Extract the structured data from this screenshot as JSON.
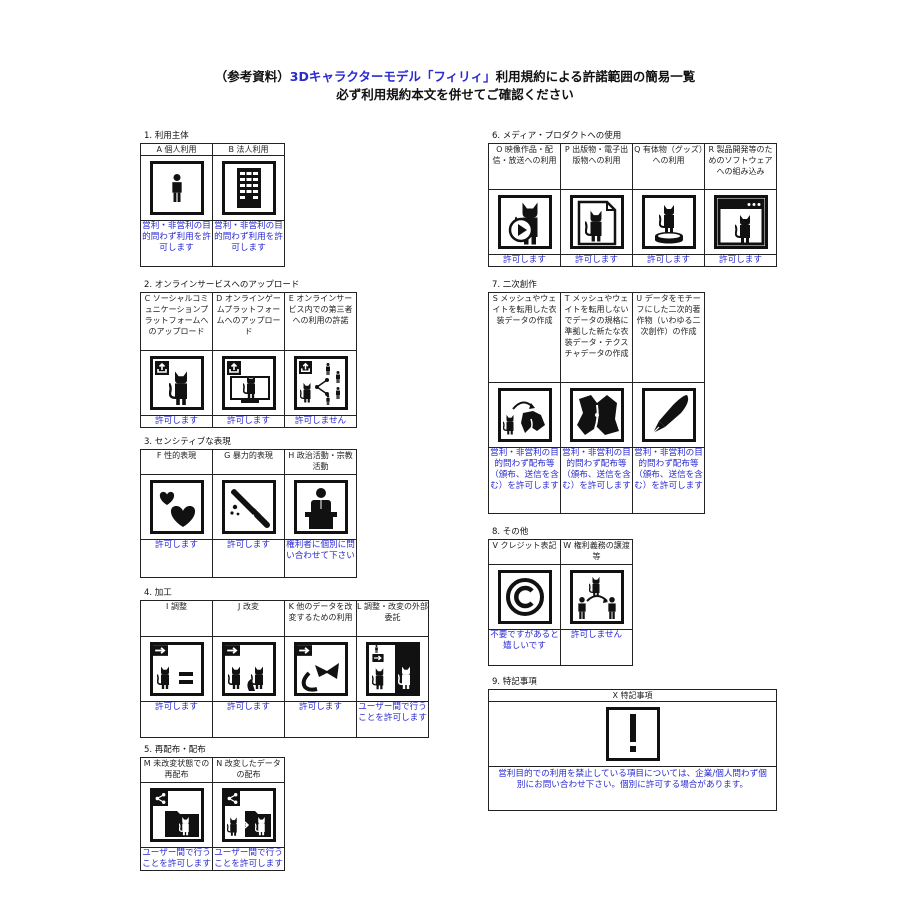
{
  "title": {
    "line1_prefix": "（参考資料）",
    "line1_accent": "3Dキャラクターモデル「フィリィ」",
    "line1_suffix": "利用規約による許諾範囲の簡易一覧",
    "line2": "必ず利用規約本文を併せてご確認ください"
  },
  "colors": {
    "result_text": "#2a2ad0",
    "border": "#222222",
    "icon": "#111111"
  },
  "sections": {
    "s1": {
      "label": "1. 利用主体",
      "items": [
        {
          "header": "A 個人利用",
          "icon": "person-icon",
          "result": "営利・非営利の目的問わず利用を許可します"
        },
        {
          "header": "B 法人利用",
          "icon": "building-icon",
          "result": "営利・非営利の目的問わず利用を許可します"
        }
      ]
    },
    "s2": {
      "label": "2. オンラインサービスへのアップロード",
      "items": [
        {
          "header": "C ソーシャルコミュニケーションプラットフォームへのアップロード",
          "icon": "upload-character-icon",
          "result": "許可します"
        },
        {
          "header": "D オンラインゲームプラットフォームへのアップロード",
          "icon": "upload-monitor-icon",
          "result": "許可します"
        },
        {
          "header": "E オンラインサービス内での第三者への利用の許諾",
          "icon": "upload-share-icon",
          "result": "許可しません"
        }
      ]
    },
    "s3": {
      "label": "3. センシティブな表現",
      "items": [
        {
          "header": "F 性的表現",
          "icon": "hearts-icon",
          "result": "許可します"
        },
        {
          "header": "G 暴力的表現",
          "icon": "knife-icon",
          "result": "許可します"
        },
        {
          "header": "H 政治活動・宗教活動",
          "icon": "podium-speaker-icon",
          "result": "権利者に個別に問い合わせて下さい"
        }
      ]
    },
    "s4": {
      "label": "4. 加工",
      "items": [
        {
          "header": "I 調整",
          "icon": "adjust-equal-icon",
          "result": "許可します"
        },
        {
          "header": "J 改変",
          "icon": "modify-icon",
          "result": "許可します"
        },
        {
          "header": "K 他のデータを改変するための利用",
          "icon": "parts-reuse-icon",
          "result": "許可します"
        },
        {
          "header": "L 調整・改変の外部委託",
          "icon": "outsource-icon",
          "result": "ユーザー間で行うことを許可します"
        }
      ]
    },
    "s5": {
      "label": "5. 再配布・配布",
      "items": [
        {
          "header": "M 未改変状態での再配布",
          "icon": "redistribute-icon",
          "result": "ユーザー間で行うことを許可します"
        },
        {
          "header": "N 改変したデータの配布",
          "icon": "distribute-modified-icon",
          "result": "ユーザー間で行うことを許可します"
        }
      ]
    },
    "s6": {
      "label": "6. メディア・プロダクトへの使用",
      "items": [
        {
          "header": "O 映像作品・配信・放送への利用",
          "icon": "video-play-icon",
          "result": "許可します"
        },
        {
          "header": "P 出版物・電子出版物への利用",
          "icon": "document-icon",
          "result": "許可します"
        },
        {
          "header": "Q 有体物（グッズ）への利用",
          "icon": "figure-stand-icon",
          "result": "許可します"
        },
        {
          "header": "R 製品開発等のためのソフトウェアへの組み込み",
          "icon": "software-window-icon",
          "result": "許可します"
        }
      ]
    },
    "s7": {
      "label": "7. 二次創作",
      "items": [
        {
          "header": "S メッシュやウェイトを転用した衣装データの作成",
          "icon": "costume-transfer-icon",
          "result": "営利・非営利の目的問わず配布等（頒布、送信を含む）を許可します"
        },
        {
          "header": "T メッシュやウェイトを転用しないでデータの規格に準拠した新たな衣装データ・テクスチャデータの作成",
          "icon": "costume-icon",
          "result": "営利・非営利の目的問わず配布等（頒布、送信を含む）を許可します"
        },
        {
          "header": "U データをモチーフにした二次的著作物（いわゆる二次創作）の作成",
          "icon": "pen-nib-icon",
          "result": "営利・非営利の目的問わず配布等（頒布、送信を含む）を許可します"
        }
      ]
    },
    "s8": {
      "label": "8. その他",
      "items": [
        {
          "header": "V クレジット表記",
          "icon": "copyright-icon",
          "result": "不要ですがあると嬉しいです"
        },
        {
          "header": "W 権利義務の譲渡等",
          "icon": "transfer-rights-icon",
          "result": "許可しません"
        }
      ]
    },
    "s9": {
      "label": "9. 特記事項",
      "items": [
        {
          "header": "X 特記事項",
          "icon": "exclamation-icon",
          "result": "営利目的での利用を禁止している項目については、企業/個人問わず個別にお問い合わせ下さい。個別に許可する場合があります。"
        }
      ]
    }
  }
}
